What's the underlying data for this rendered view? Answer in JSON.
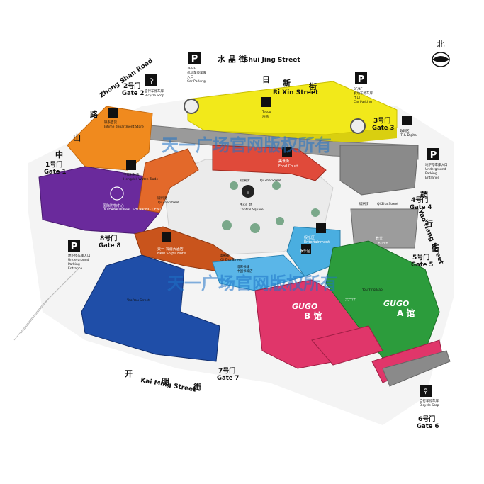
{
  "north": {
    "label": "北"
  },
  "streets": {
    "shuijing": {
      "cn": "水 晶 街",
      "en": "Shui Jing Street"
    },
    "rixin": {
      "cn_a": "日",
      "cn_b": "新",
      "cn_c": "街",
      "en": "Ri Xin Street"
    },
    "zhongshan": {
      "cn_a": "中",
      "cn_b": "山",
      "cn_c": "路",
      "en": "Zhong Shan Road"
    },
    "yaohang": {
      "cn_a": "药",
      "cn_b": "行",
      "cn_c": "街",
      "en": "Yao Hang Street"
    },
    "kaiming": {
      "cn_a": "开",
      "cn_b": "明",
      "cn_c": "街",
      "en": "Kai Ming Street"
    },
    "qizha1": {
      "cn": "碶闸街",
      "en": "Qi Zha Street"
    },
    "qizha2": {
      "cn": "碶闸街",
      "en": "Qi Zha Street"
    },
    "qizha3": {
      "cn": "碶闸街",
      "en": "Qi Zha Street"
    },
    "qizha4": {
      "cn": "碶闸街",
      "en": "Qi Zha Street"
    },
    "qizha5": {
      "cn": "碶闸街",
      "en": "Qi Zha Street"
    },
    "yaoyou": {
      "cn": "",
      "en": "Yao You Street"
    },
    "youyingbao": {
      "en": "You Ying Bao"
    }
  },
  "gates": [
    {
      "cn": "1号门",
      "en": "Gate 1"
    },
    {
      "cn": "2号门",
      "en": "Gate 2"
    },
    {
      "cn": "3号门",
      "en": "Gate 3"
    },
    {
      "cn": "4号门",
      "en": "Gate 4"
    },
    {
      "cn": "5号门",
      "en": "Gate 5"
    },
    {
      "cn": "6号门",
      "en": "Gate 6"
    },
    {
      "cn": "7号门",
      "en": "Gate 7"
    },
    {
      "cn": "8号门",
      "en": "Gate 8"
    }
  ],
  "facilities": {
    "parking_top": {
      "icon": "P",
      "l1": "3F/4F",
      "l2": "机动车停车库",
      "l3": "入口",
      "en": "Car Parking"
    },
    "parking_right": {
      "icon": "P",
      "l1": "3F/4F",
      "l2": "机动车停车库",
      "l3": "出口",
      "en": "Car Parking"
    },
    "bike_2": {
      "l1": "自行车停车库",
      "en": "Bicycle Stop"
    },
    "dept_store": {
      "cn": "银泰百货",
      "en": "Intime department Store"
    },
    "watch": {
      "cn": "亨得利钟表",
      "en": "Hengdeli Watch Trade"
    },
    "tesco": {
      "cn": "乐购",
      "en": "Tesco"
    },
    "food_court": {
      "cn": "美食街",
      "en": "Food Court"
    },
    "digital": {
      "cn": "数码区",
      "en": "IT & Digital"
    },
    "underground_right": {
      "icon": "P",
      "l1": "地下停车库入口",
      "l2": "Underground",
      "l3": "Parking",
      "l4": "Entrance"
    },
    "underground_left": {
      "icon": "P",
      "l1": "地下停车库入口",
      "l2": "Underground",
      "l3": "Parking",
      "l4": "Entrance"
    },
    "intl_center": {
      "cn": "国际购物中心",
      "en": "INTERNATIONAL SHOPPING CENTER"
    },
    "central_square": {
      "cn": "中心广场",
      "en": "Central Square"
    },
    "new_shipu": {
      "cn": "天一·石浦大酒店",
      "en": "New Shipu Hotel"
    },
    "church": {
      "cn": "教堂",
      "en": "Church"
    },
    "entertainment": {
      "cn": "娱乐区",
      "en": "Entertainment"
    },
    "entertain_small": {
      "cn": "娱乐区"
    },
    "tianyi_hall": {
      "cn": "天一厅"
    },
    "book_store": {
      "cn": "博库书城",
      "en": "中国书城店"
    },
    "gugo_a": {
      "brand": "GUGO",
      "hall": "A 馆"
    },
    "gugo_b": {
      "brand": "GUGO",
      "hall": "B 馆"
    },
    "bike_6": {
      "l1": "自行车停车库",
      "en": "Bicycle Stop"
    }
  },
  "watermarks": {
    "top": "天一广场官网版权所有",
    "bottom": "天一广场官网版权所有"
  }
}
